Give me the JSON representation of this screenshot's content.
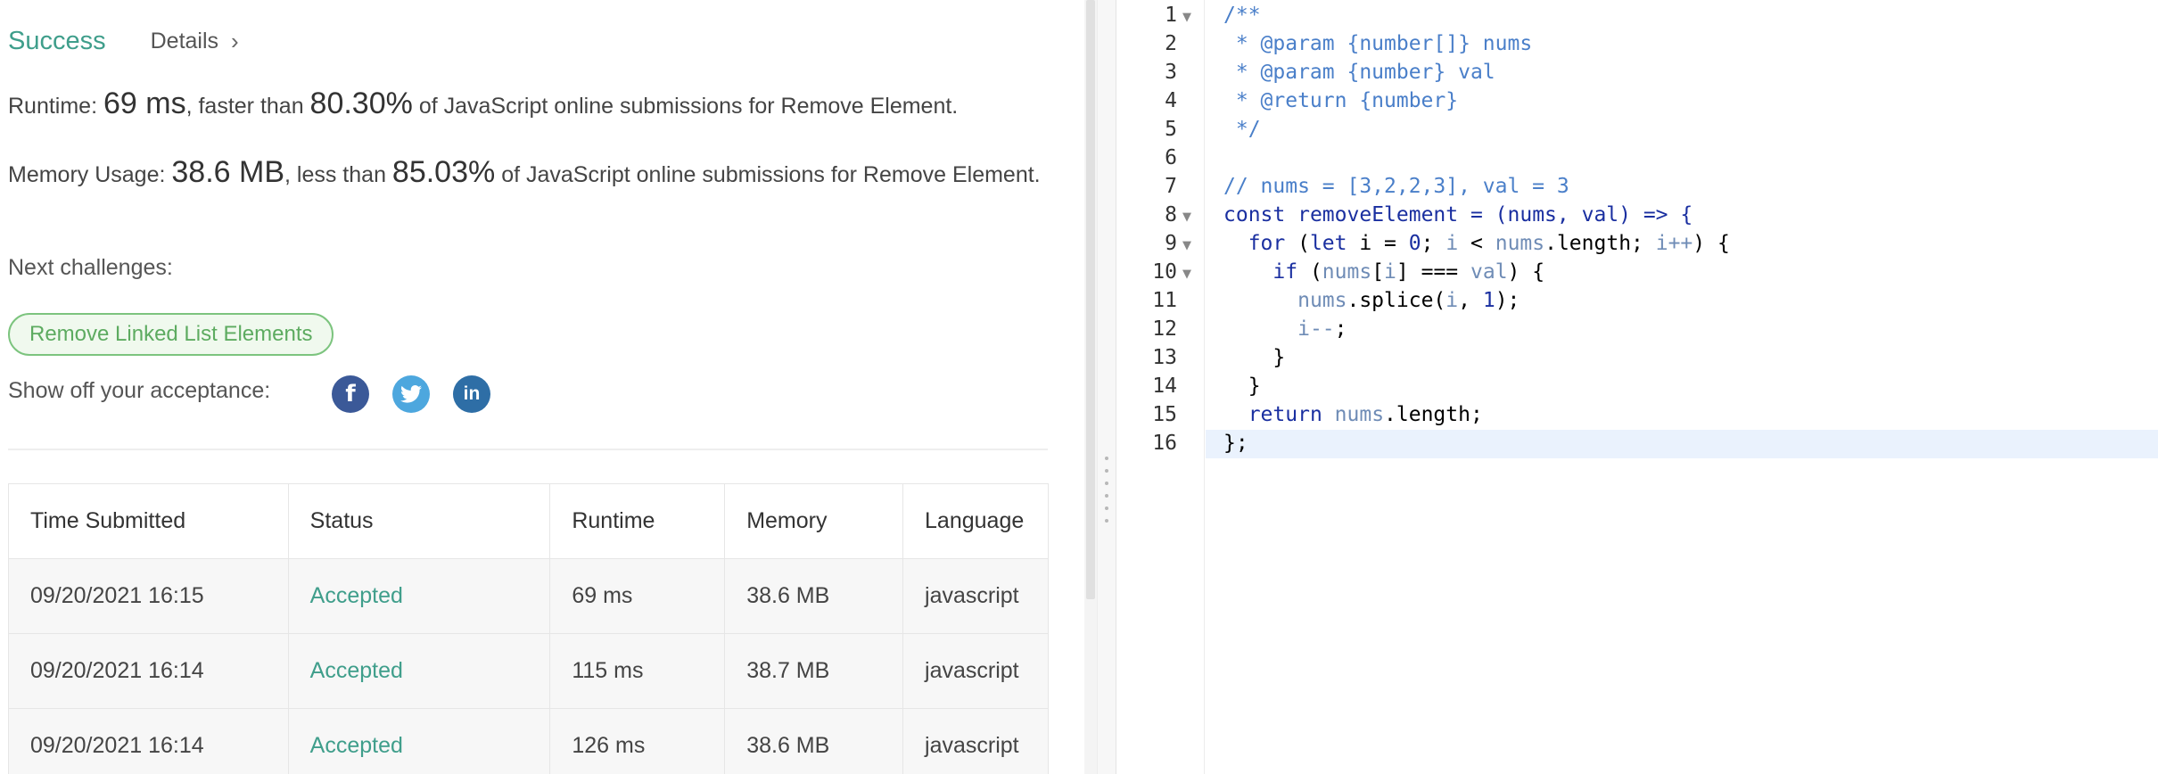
{
  "result": {
    "status": "Success",
    "details_label": "Details",
    "runtime_prefix": "Runtime: ",
    "runtime_value": "69 ms",
    "runtime_mid": ", faster than ",
    "runtime_percent": "80.30%",
    "runtime_suffix": " of JavaScript online submissions for Remove Element.",
    "memory_prefix": "Memory Usage: ",
    "memory_value": "38.6 MB",
    "memory_mid": ", less than ",
    "memory_percent": "85.03%",
    "memory_suffix": " of JavaScript online submissions for Remove Element.",
    "next_label": "Next challenges:",
    "next_challenge": "Remove Linked List Elements",
    "share_label": "Show off your acceptance:"
  },
  "table": {
    "headers": [
      "Time Submitted",
      "Status",
      "Runtime",
      "Memory",
      "Language"
    ],
    "rows": [
      [
        "09/20/2021 16:15",
        "Accepted",
        "69 ms",
        "38.6 MB",
        "javascript"
      ],
      [
        "09/20/2021 16:14",
        "Accepted",
        "115 ms",
        "38.7 MB",
        "javascript"
      ],
      [
        "09/20/2021 16:14",
        "Accepted",
        "126 ms",
        "38.6 MB",
        "javascript"
      ]
    ]
  },
  "editor": {
    "line_numbers": [
      "1",
      "2",
      "3",
      "4",
      "5",
      "6",
      "7",
      "8",
      "9",
      "10",
      "11",
      "12",
      "13",
      "14",
      "15",
      "16"
    ],
    "active_line": 16,
    "code": {
      "l1": "/**",
      "l2": " * @param {number[]} nums",
      "l3": " * @param {number} val",
      "l4": " * @return {number}",
      "l5": " */",
      "l7": "// nums = [3,2,2,3], val = 3",
      "l8_kw": "const",
      "l8_fn": "removeElement",
      "l8_rest": " = (nums, val) => {",
      "l9_kw1": "for",
      "l9_a": " (",
      "l9_kw2": "let",
      "l9_b": " i = ",
      "l9_n": "0",
      "l9_c": "; ",
      "l9_v1": "i",
      "l9_d": " < ",
      "l9_v2": "nums",
      "l9_e": ".length; ",
      "l9_v3": "i++",
      "l9_f": ") {",
      "l10_kw": "if",
      "l10_a": " (",
      "l10_v1": "nums",
      "l10_b": "[",
      "l10_v2": "i",
      "l10_c": "] === ",
      "l10_v3": "val",
      "l10_d": ") {",
      "l11_v1": "nums",
      "l11_a": ".splice(",
      "l11_v2": "i",
      "l11_b": ", ",
      "l11_n": "1",
      "l11_c": ");",
      "l12_v": "i--",
      "l12_a": ";",
      "l13": "}",
      "l14": "}",
      "l15_kw": "return",
      "l15_v": "nums",
      "l15_a": ".length;",
      "l16": "};"
    }
  }
}
